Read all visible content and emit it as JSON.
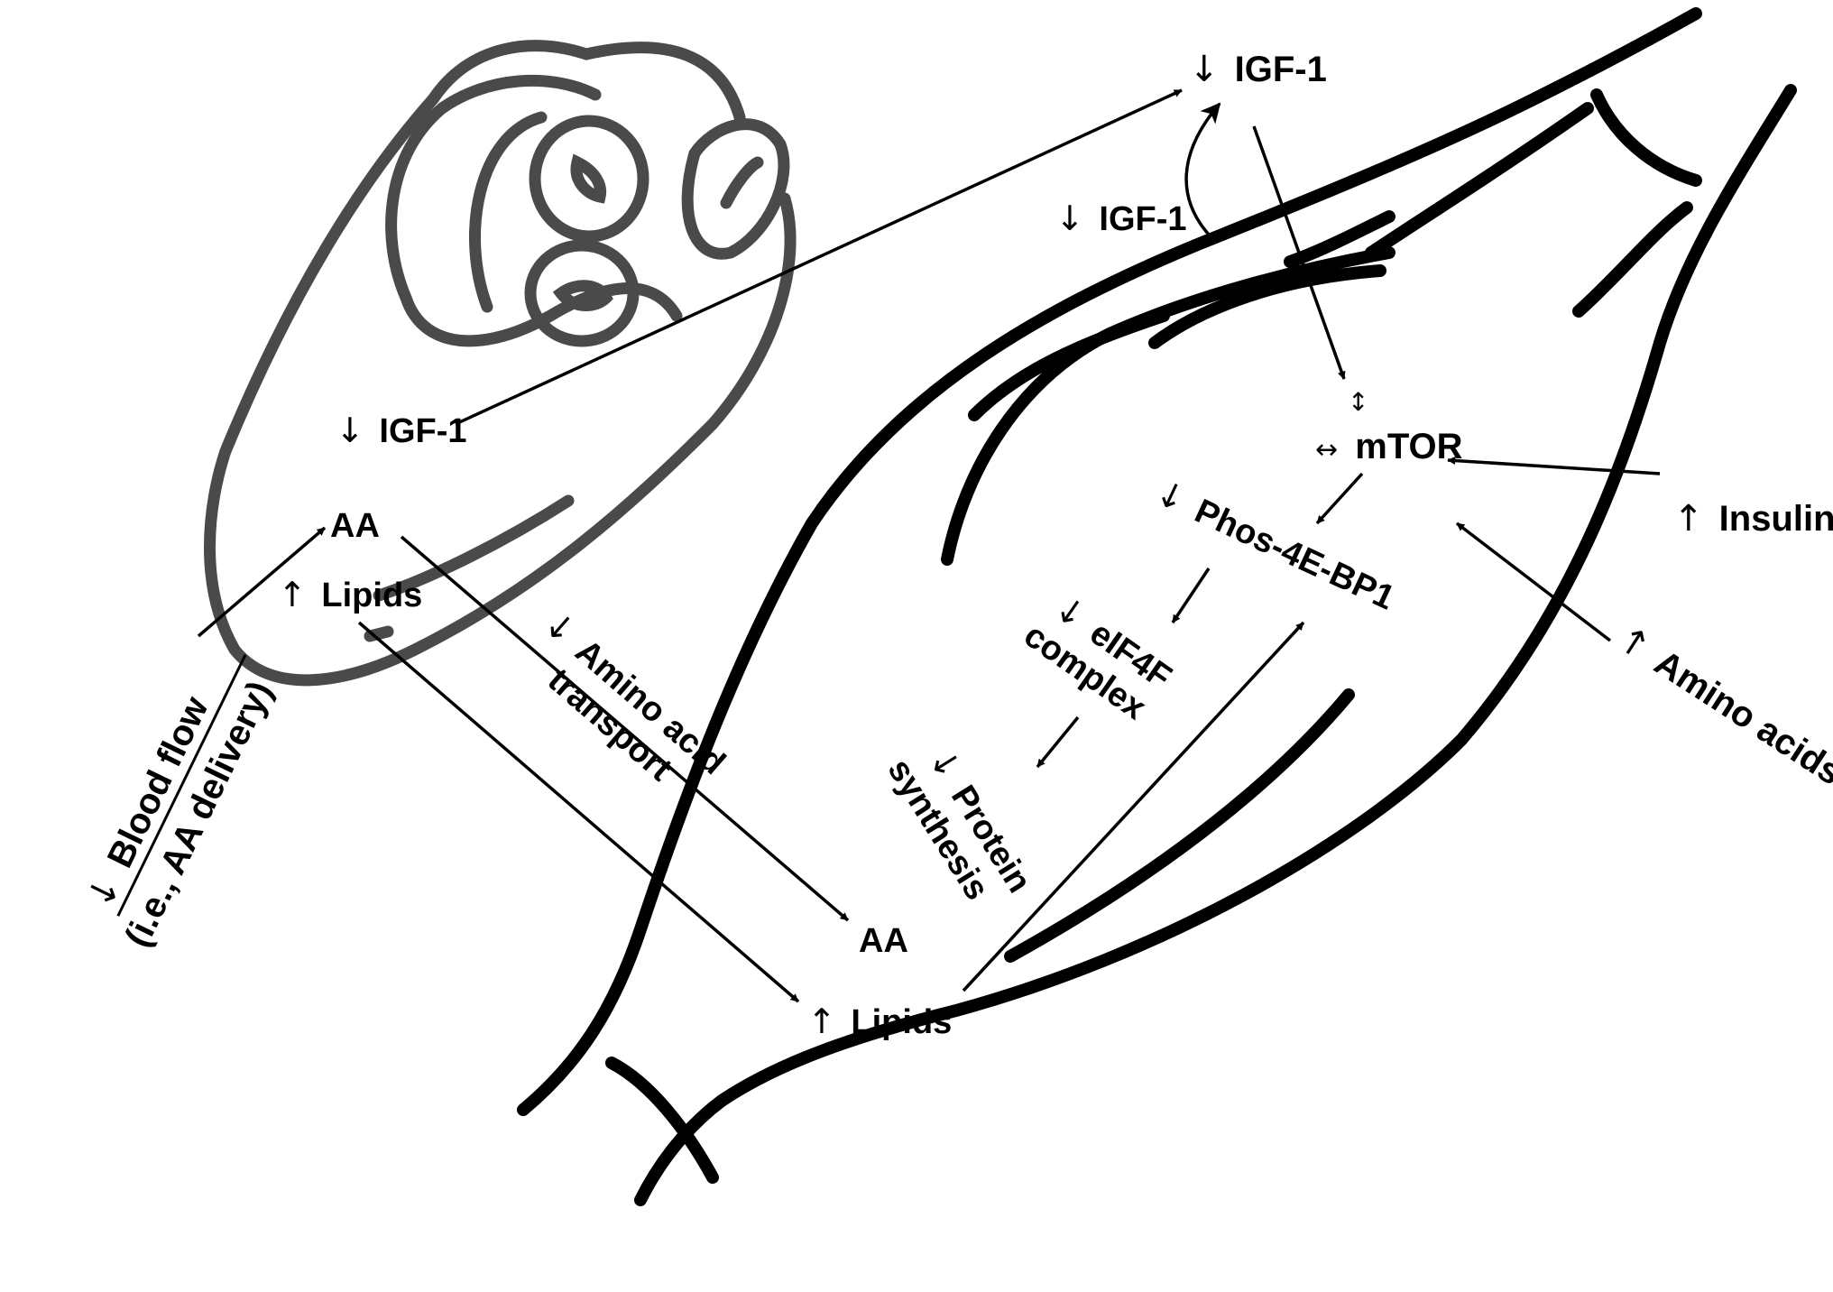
{
  "colors": {
    "ink": "#000000",
    "vessel_outline": "#4a4a4a",
    "background": "#ffffff"
  },
  "labels": {
    "igf1_top": {
      "arrow": "↓",
      "text": "IGF-1"
    },
    "igf1_loop": {
      "arrow": "↓",
      "text": "IGF-1"
    },
    "igf1_vessel": {
      "arrow": "↓",
      "text": "IGF-1"
    },
    "aa_vessel": {
      "text": "AA"
    },
    "lipids_vessel": {
      "arrow": "↑",
      "text": "Lipids"
    },
    "blood_flow_line1": {
      "arrow": "↓",
      "text": "Blood flow"
    },
    "blood_flow_line2": {
      "text": "(i.e., AA delivery)"
    },
    "amino_acid_transport_line1": {
      "arrow": "↓",
      "text": "Amino acid"
    },
    "amino_acid_transport_line2": {
      "text": "transport"
    },
    "aa_muscle": {
      "text": "AA"
    },
    "lipids_muscle": {
      "arrow": "↑",
      "text": "Lipids"
    },
    "mtor": {
      "arrow_top": "↕",
      "arrow": "↔",
      "text": "mTOR"
    },
    "phos_4ebp1": {
      "arrow": "↓",
      "text": "Phos-4E-BP1"
    },
    "eif4f_line1": {
      "arrow": "↓",
      "text": "eIF4F"
    },
    "eif4f_line2": {
      "text": "complex"
    },
    "protein_line1": {
      "arrow": "↓",
      "text": "Protein"
    },
    "protein_line2": {
      "text": "synthesis"
    },
    "insulin": {
      "arrow": "↑",
      "text": "Insulin"
    },
    "amino_acids": {
      "arrow": "↑",
      "text": "Amino acids"
    }
  }
}
